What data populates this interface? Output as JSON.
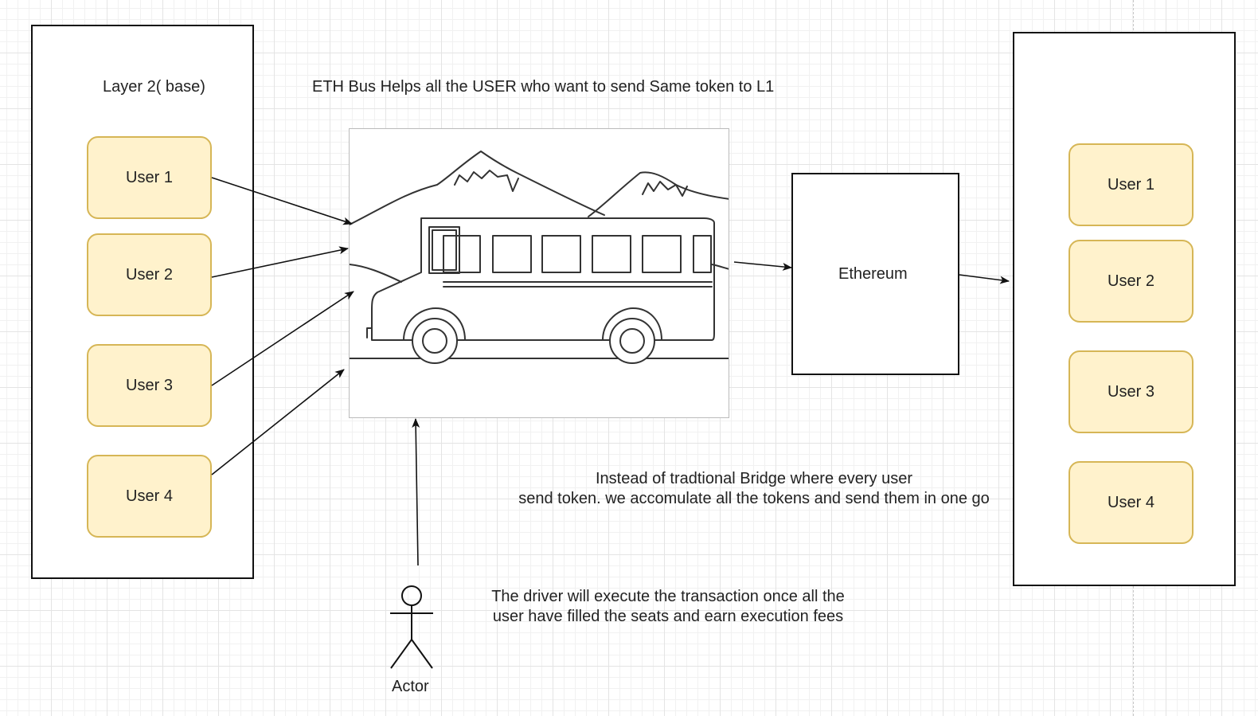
{
  "layer2": {
    "title": "Layer 2( base)",
    "users": [
      "User 1",
      "User 2",
      "User 3",
      "User 4"
    ]
  },
  "headline": "ETH Bus Helps all the USER who want to send Same token to L1",
  "ethereum": {
    "label": "Ethereum"
  },
  "layer1": {
    "users": [
      "User 1",
      "User 2",
      "User 3",
      "User 4"
    ]
  },
  "notes": {
    "bridge_line1": "Instead of tradtional Bridge where every user",
    "bridge_line2": "send token. we accomulate all the tokens and send them in one go",
    "driver_line1": "The driver will execute the transaction once all the",
    "driver_line2": "user have filled the seats and earn execution fees"
  },
  "actor": {
    "label": "Actor"
  },
  "icons": {
    "bus_image": "bus-illustration-icon",
    "actor": "stick-figure-icon"
  },
  "colors": {
    "user_fill": "#fff2cc",
    "user_border": "#d6b656",
    "line": "#111111"
  }
}
